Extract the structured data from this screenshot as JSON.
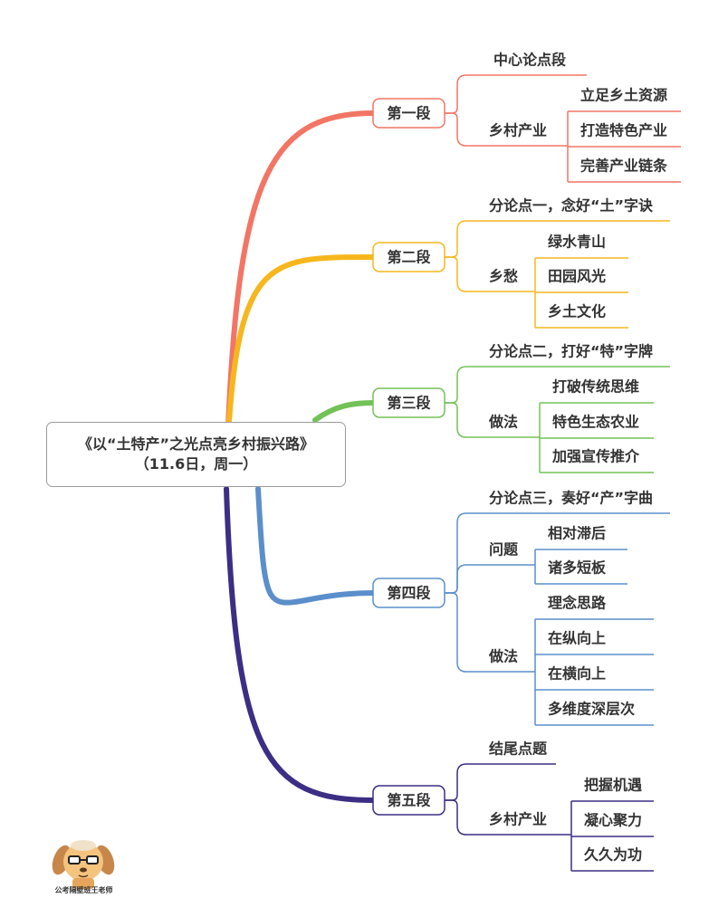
{
  "root": {
    "line1": "《以“土特产”之光点亮乡村振兴路》",
    "line2": "（11.6日，周一）"
  },
  "branches": [
    {
      "label": "第一段",
      "color": "#f27565",
      "children": [
        {
          "label": "中心论点段",
          "children": []
        },
        {
          "label": "乡村产业",
          "children": [
            "立足乡土资源",
            "打造特色产业",
            "完善产业链条"
          ]
        }
      ]
    },
    {
      "label": "第二段",
      "color": "#f6b71e",
      "children": [
        {
          "label": "分论点一，念好“土”字诀",
          "children": []
        },
        {
          "label": "乡愁",
          "children": [
            "绿水青山",
            "田园风光",
            "乡土文化"
          ]
        }
      ]
    },
    {
      "label": "第三段",
      "color": "#73c257",
      "children": [
        {
          "label": "分论点二，打好“特”字牌",
          "children": []
        },
        {
          "label": "做法",
          "children": [
            "打破传统思维",
            "特色生态农业",
            "加强宣传推介"
          ]
        }
      ]
    },
    {
      "label": "第四段",
      "color": "#5b8fcb",
      "children": [
        {
          "label": "分论点三，奏好“产”字曲",
          "children": []
        },
        {
          "label": "问题",
          "children": [
            "相对滞后",
            "诸多短板"
          ]
        },
        {
          "label": "做法",
          "children": [
            "理念思路",
            "在纵向上",
            "在横向上",
            "多维度深层次"
          ]
        }
      ]
    },
    {
      "label": "第五段",
      "color": "#3b2e84",
      "children": [
        {
          "label": "结尾点题",
          "children": []
        },
        {
          "label": "乡村产业",
          "children": [
            "把握机遇",
            "凝心聚力",
            "久久为功"
          ]
        }
      ]
    }
  ],
  "mascot": {
    "icon": "cartoon-dog-teacher-icon",
    "caption": "公考隔壁班王老师"
  }
}
